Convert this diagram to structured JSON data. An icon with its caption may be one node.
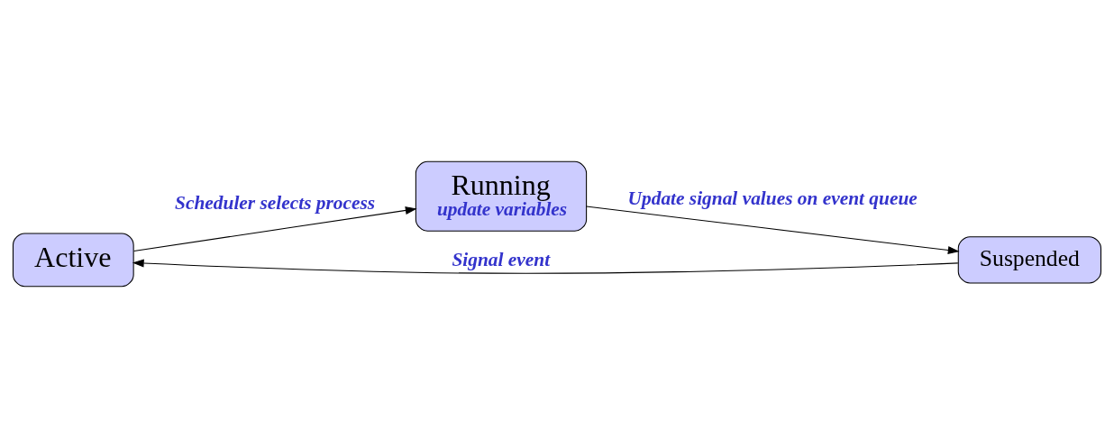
{
  "diagram": {
    "nodes": [
      {
        "text": [
          "Active"
        ]
      },
      {
        "text": [
          "Suspended"
        ]
      },
      {
        "text": [
          "Running",
          "update variables"
        ]
      }
    ],
    "edges": [
      {
        "from": 1,
        "to": 0,
        "arrow": "to",
        "label": "Signal event"
      },
      {
        "from": 0,
        "to": 2,
        "arrow": "to",
        "label": "Scheduler selects process"
      },
      {
        "from": 2,
        "to": 1,
        "arrow": "to",
        "label": "Update signal values on event queue"
      }
    ]
  }
}
